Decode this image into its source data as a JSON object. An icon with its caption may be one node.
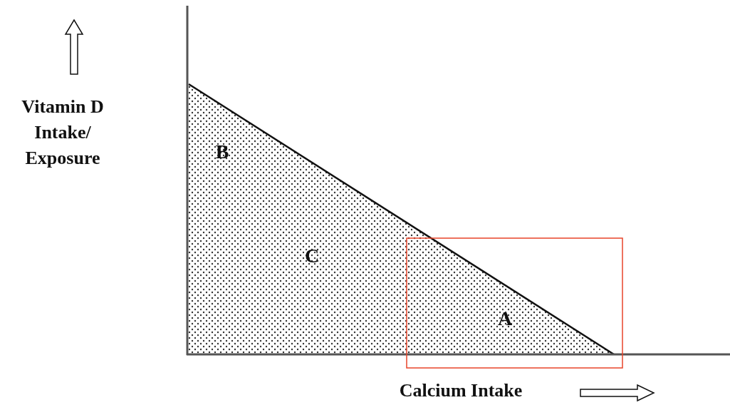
{
  "diagram": {
    "labels": [
      "Vitamin D Intake/ Exposure",
      "B",
      "C",
      "A",
      "Calcium Intake"
    ]
  }
}
